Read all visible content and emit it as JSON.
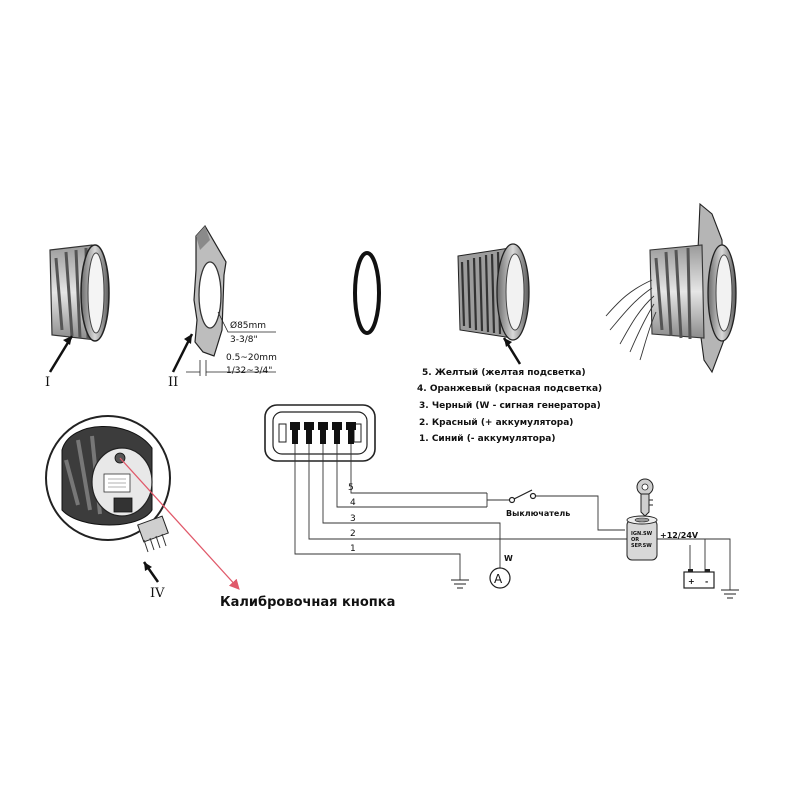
{
  "parts": [
    "I",
    "II",
    "IV"
  ],
  "dimensions": {
    "diameter_mm": "Ø85mm",
    "diameter_in": "3-3/8\"",
    "panel_mm": "0.5~20mm",
    "panel_in": "1/32~3/4\""
  },
  "legend": [
    "5. Желтый (желтая подсветка)",
    "4. Оранжевый  (красная подсветка)",
    "3. Черный (W - сигная генератора)",
    "2. Красный (+ аккумулятора)",
    "1. Синий (- аккумулятора)"
  ],
  "wires": [
    "5",
    "4",
    "3",
    "2",
    "1"
  ],
  "labels": {
    "switch": "Выключатель",
    "terminal_w": "W",
    "ammeter": "A",
    "ign_line1": "IGN.SW",
    "ign_line2": "OR",
    "ign_line3": "SEP.SW",
    "voltage": "+12/24V",
    "battery_plus": "+",
    "battery_minus": "-",
    "calibration": "Калибровочная кнопка"
  },
  "colors": {
    "accent_arrow": "#e0596a",
    "ink": "#111111"
  }
}
